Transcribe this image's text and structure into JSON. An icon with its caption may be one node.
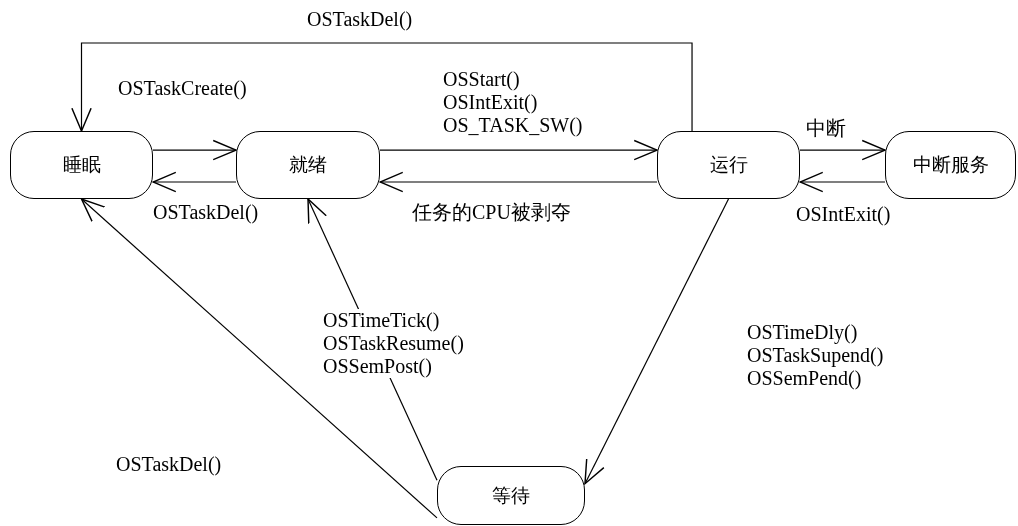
{
  "diagram": {
    "nodes": [
      {
        "text": [
          "睡眠"
        ]
      },
      {
        "text": [
          "就绪"
        ]
      },
      {
        "text": [
          "运行"
        ]
      },
      {
        "text": [
          "中断服务"
        ]
      },
      {
        "text": [
          "等待"
        ]
      }
    ],
    "edges": [
      {
        "from": 2,
        "to": 0,
        "arrow": "to",
        "label": "OSTaskDel()"
      },
      {
        "from": 0,
        "to": 1,
        "arrow": "to",
        "label": "OSTaskCreate()"
      },
      {
        "from": 1,
        "to": 0,
        "arrow": "to",
        "label": "OSTaskDel()"
      },
      {
        "from": 1,
        "to": 2,
        "arrow": "to",
        "label": "OSStart() OSIntExit() OS_TASK_SW()"
      },
      {
        "from": 2,
        "to": 1,
        "arrow": "to",
        "label": "任务的CPU被剥夺"
      },
      {
        "from": 2,
        "to": 3,
        "arrow": "to",
        "label": "中断"
      },
      {
        "from": 3,
        "to": 2,
        "arrow": "to",
        "label": "OSIntExit()"
      },
      {
        "from": 2,
        "to": 4,
        "arrow": "to",
        "label": "OSTimeDly() OSTaskSupend() OSSemPend()"
      },
      {
        "from": 4,
        "to": 1,
        "arrow": "to",
        "label": "OSTimeTick() OSTaskResume() OSSemPost()"
      },
      {
        "from": 4,
        "to": 0,
        "arrow": "to",
        "label": "OSTaskDel()"
      }
    ]
  }
}
